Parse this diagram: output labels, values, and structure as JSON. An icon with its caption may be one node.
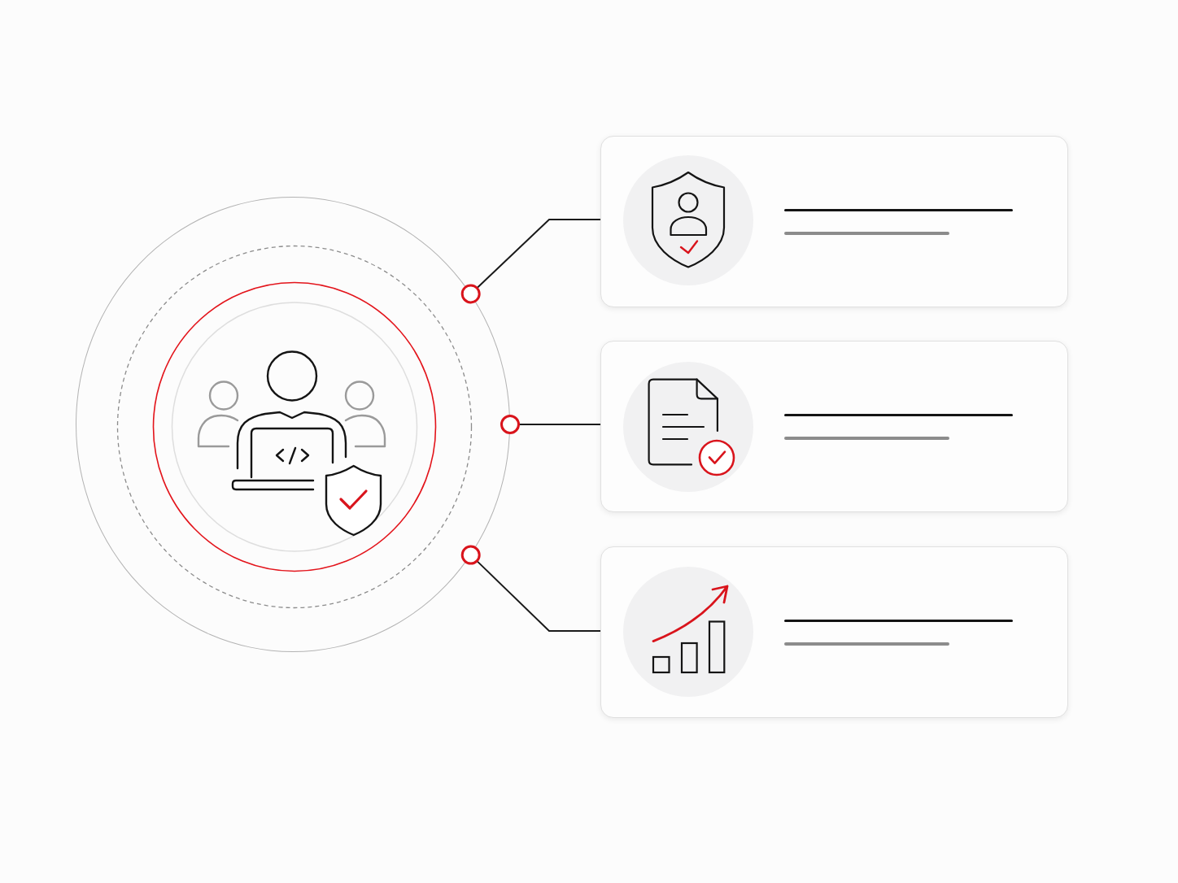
{
  "diagram": {
    "nodes": [
      {
        "text": [],
        "shape": "circle"
      },
      {
        "text": [],
        "shape": "box"
      },
      {
        "text": [],
        "shape": "box"
      },
      {
        "text": [],
        "shape": "box"
      }
    ],
    "edges": [
      {
        "from": 0,
        "to": 1,
        "arrow": "other"
      },
      {
        "from": 0,
        "to": 2,
        "arrow": "other"
      },
      {
        "from": 0,
        "to": 3,
        "arrow": "other"
      }
    ]
  }
}
